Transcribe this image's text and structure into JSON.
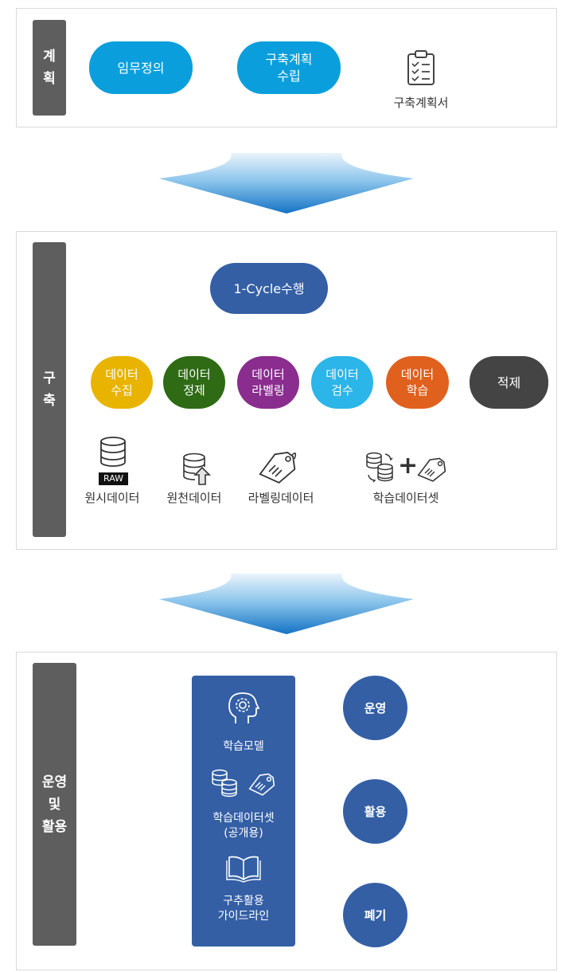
{
  "plan": {
    "side_label": [
      "계",
      "획"
    ],
    "step1": "임무정의",
    "step2": [
      "구축계획",
      "수립"
    ],
    "doc_label": "구축계획서"
  },
  "build": {
    "side_label": [
      "구",
      "축"
    ],
    "cycle": "1-Cycle수행",
    "steps": [
      {
        "lines": [
          "데이터",
          "수집"
        ],
        "color": "#e8b400"
      },
      {
        "lines": [
          "데이터",
          "정제"
        ],
        "color": "#2e6b14"
      },
      {
        "lines": [
          "데이터",
          "라벨링"
        ],
        "color": "#8a2d8e"
      },
      {
        "lines": [
          "데이터",
          "검수"
        ],
        "color": "#2bb5e8"
      },
      {
        "lines": [
          "데이터",
          "학습"
        ],
        "color": "#e0611e"
      }
    ],
    "final": "적제",
    "raw_badge": "RAW",
    "raw_label": "원시데이터",
    "source_label": "원천데이터",
    "label_data": "라벨링데이터",
    "train_set": "학습데이터셋"
  },
  "ops": {
    "side_label": [
      "운영",
      "및",
      "활용"
    ],
    "items": [
      "학습모델",
      "학습데이터셋",
      "(공개용)",
      "구추활용",
      "가이드라인"
    ],
    "outcomes": [
      "운영",
      "활용",
      "폐기"
    ]
  },
  "colors": {
    "blue_pill": "#0a9fdc",
    "navy": "#345fa5",
    "dark": "#444444",
    "side": "#5e5e5e"
  }
}
